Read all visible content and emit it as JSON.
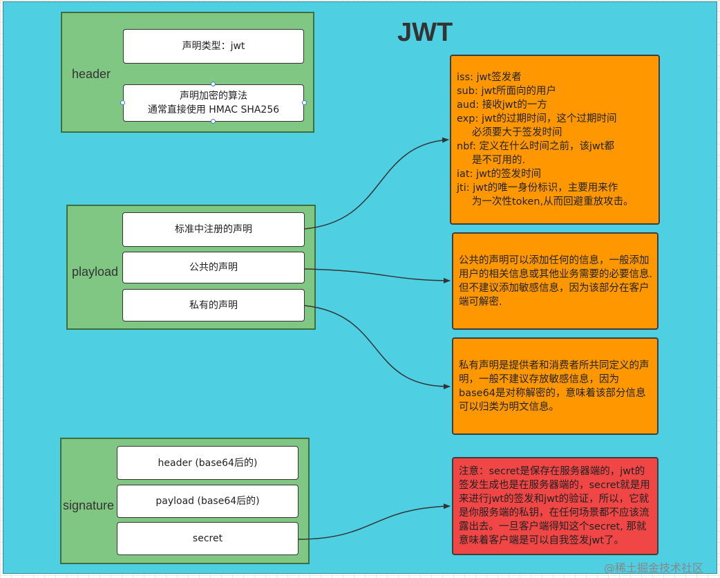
{
  "title": "JWT",
  "groups": {
    "header": {
      "label": "header",
      "items": [
        "声明类型：jwt",
        "声明加密的算法\n通常直接使用 HMAC SHA256"
      ]
    },
    "payload": {
      "label": "playload",
      "items": [
        "标准中注册的声明",
        "公共的声明",
        "私有的声明"
      ]
    },
    "signature": {
      "label": "signature",
      "items": [
        "header (base64后的)",
        "payload (base64后的)",
        "secret"
      ]
    }
  },
  "notes": {
    "registered": [
      "iss: jwt签发者",
      "sub: jwt所面向的用户",
      "aud: 接收jwt的一方",
      "exp: jwt的过期时间，这个过期时间",
      "必须要大于签发时间",
      "nbf: 定义在什么时间之前，该jwt都",
      "是不可用的.",
      "iat: jwt的签发时间",
      "jti: jwt的唯一身份标识，主要用来作",
      "为一次性token,从而回避重放攻击。"
    ],
    "public": "公共的声明可以添加任何的信息，一般添加用户的相关信息或其他业务需要的必要信息.但不建议添加敏感信息，因为该部分在客户端可解密.",
    "private": "私有声明是提供者和消费者所共同定义的声明，一般不建议存放敏感信息，因为base64是对称解密的，意味着该部分信息可以归类为明文信息。",
    "secret": "注意：secret是保存在服务器端的，jwt的签发生成也是在服务器端的，secret就是用来进行jwt的签发和jwt的验证，所以，它就是你服务端的私钥，在任何场景都不应该流露出去。一旦客户端得知这个secret, 那就意味着客户端是可以自我签发jwt了。"
  },
  "watermark": "@稀土掘金技术社区",
  "colors": {
    "canvas": "#4ecfe2",
    "group": "#81c784",
    "note_orange": "#ff9800",
    "note_red": "#f04646"
  }
}
